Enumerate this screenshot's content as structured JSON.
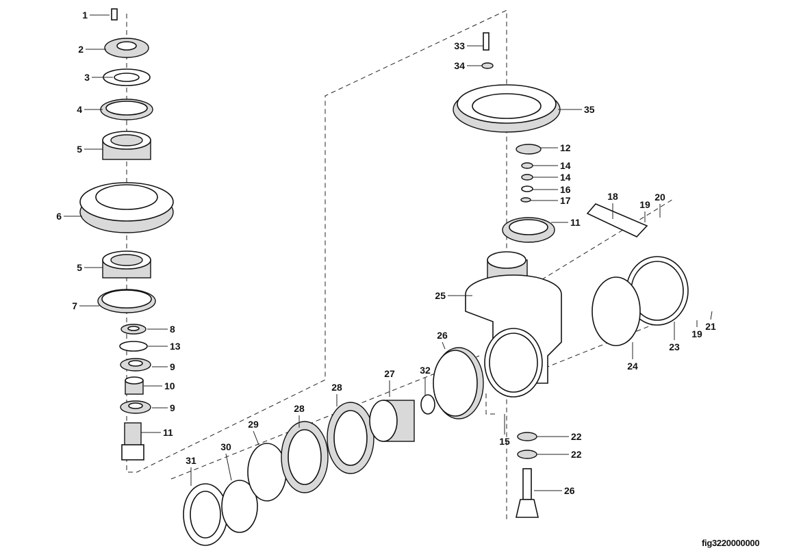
{
  "figure_id": "fig3220000000",
  "callouts": [
    "1",
    "2",
    "3",
    "4",
    "5",
    "6",
    "5",
    "7",
    "8",
    "13",
    "9",
    "10",
    "9",
    "11",
    "31",
    "30",
    "29",
    "28",
    "28",
    "27",
    "32",
    "26",
    "33",
    "34",
    "35",
    "12",
    "14",
    "14",
    "16",
    "17",
    "11",
    "18",
    "19",
    "20",
    "25",
    "19",
    "21",
    "23",
    "24",
    "22",
    "22",
    "26",
    "15"
  ]
}
